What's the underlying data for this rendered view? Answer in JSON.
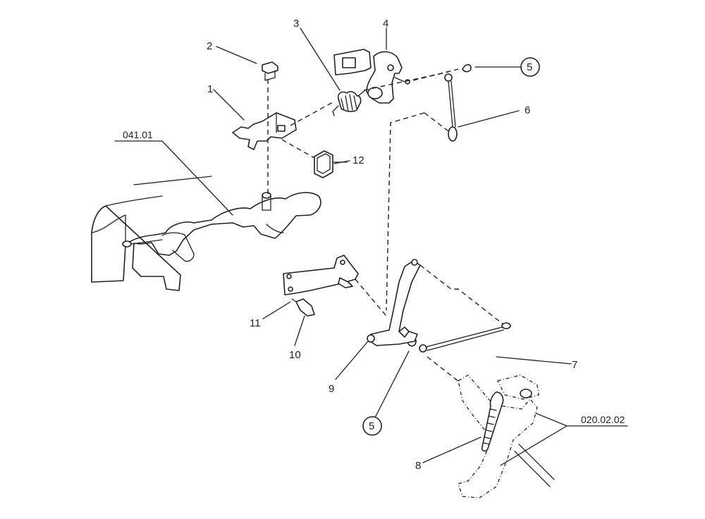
{
  "callouts": {
    "c1": "1",
    "c2": "2",
    "c3": "3",
    "c4": "4",
    "c5a": "5",
    "c5b": "5",
    "c6": "6",
    "c7": "7",
    "c8": "8",
    "c9": "9",
    "c10": "10",
    "c11": "11",
    "c12": "12"
  },
  "references": {
    "r1": "041.01",
    "r2": "020.02.02"
  }
}
